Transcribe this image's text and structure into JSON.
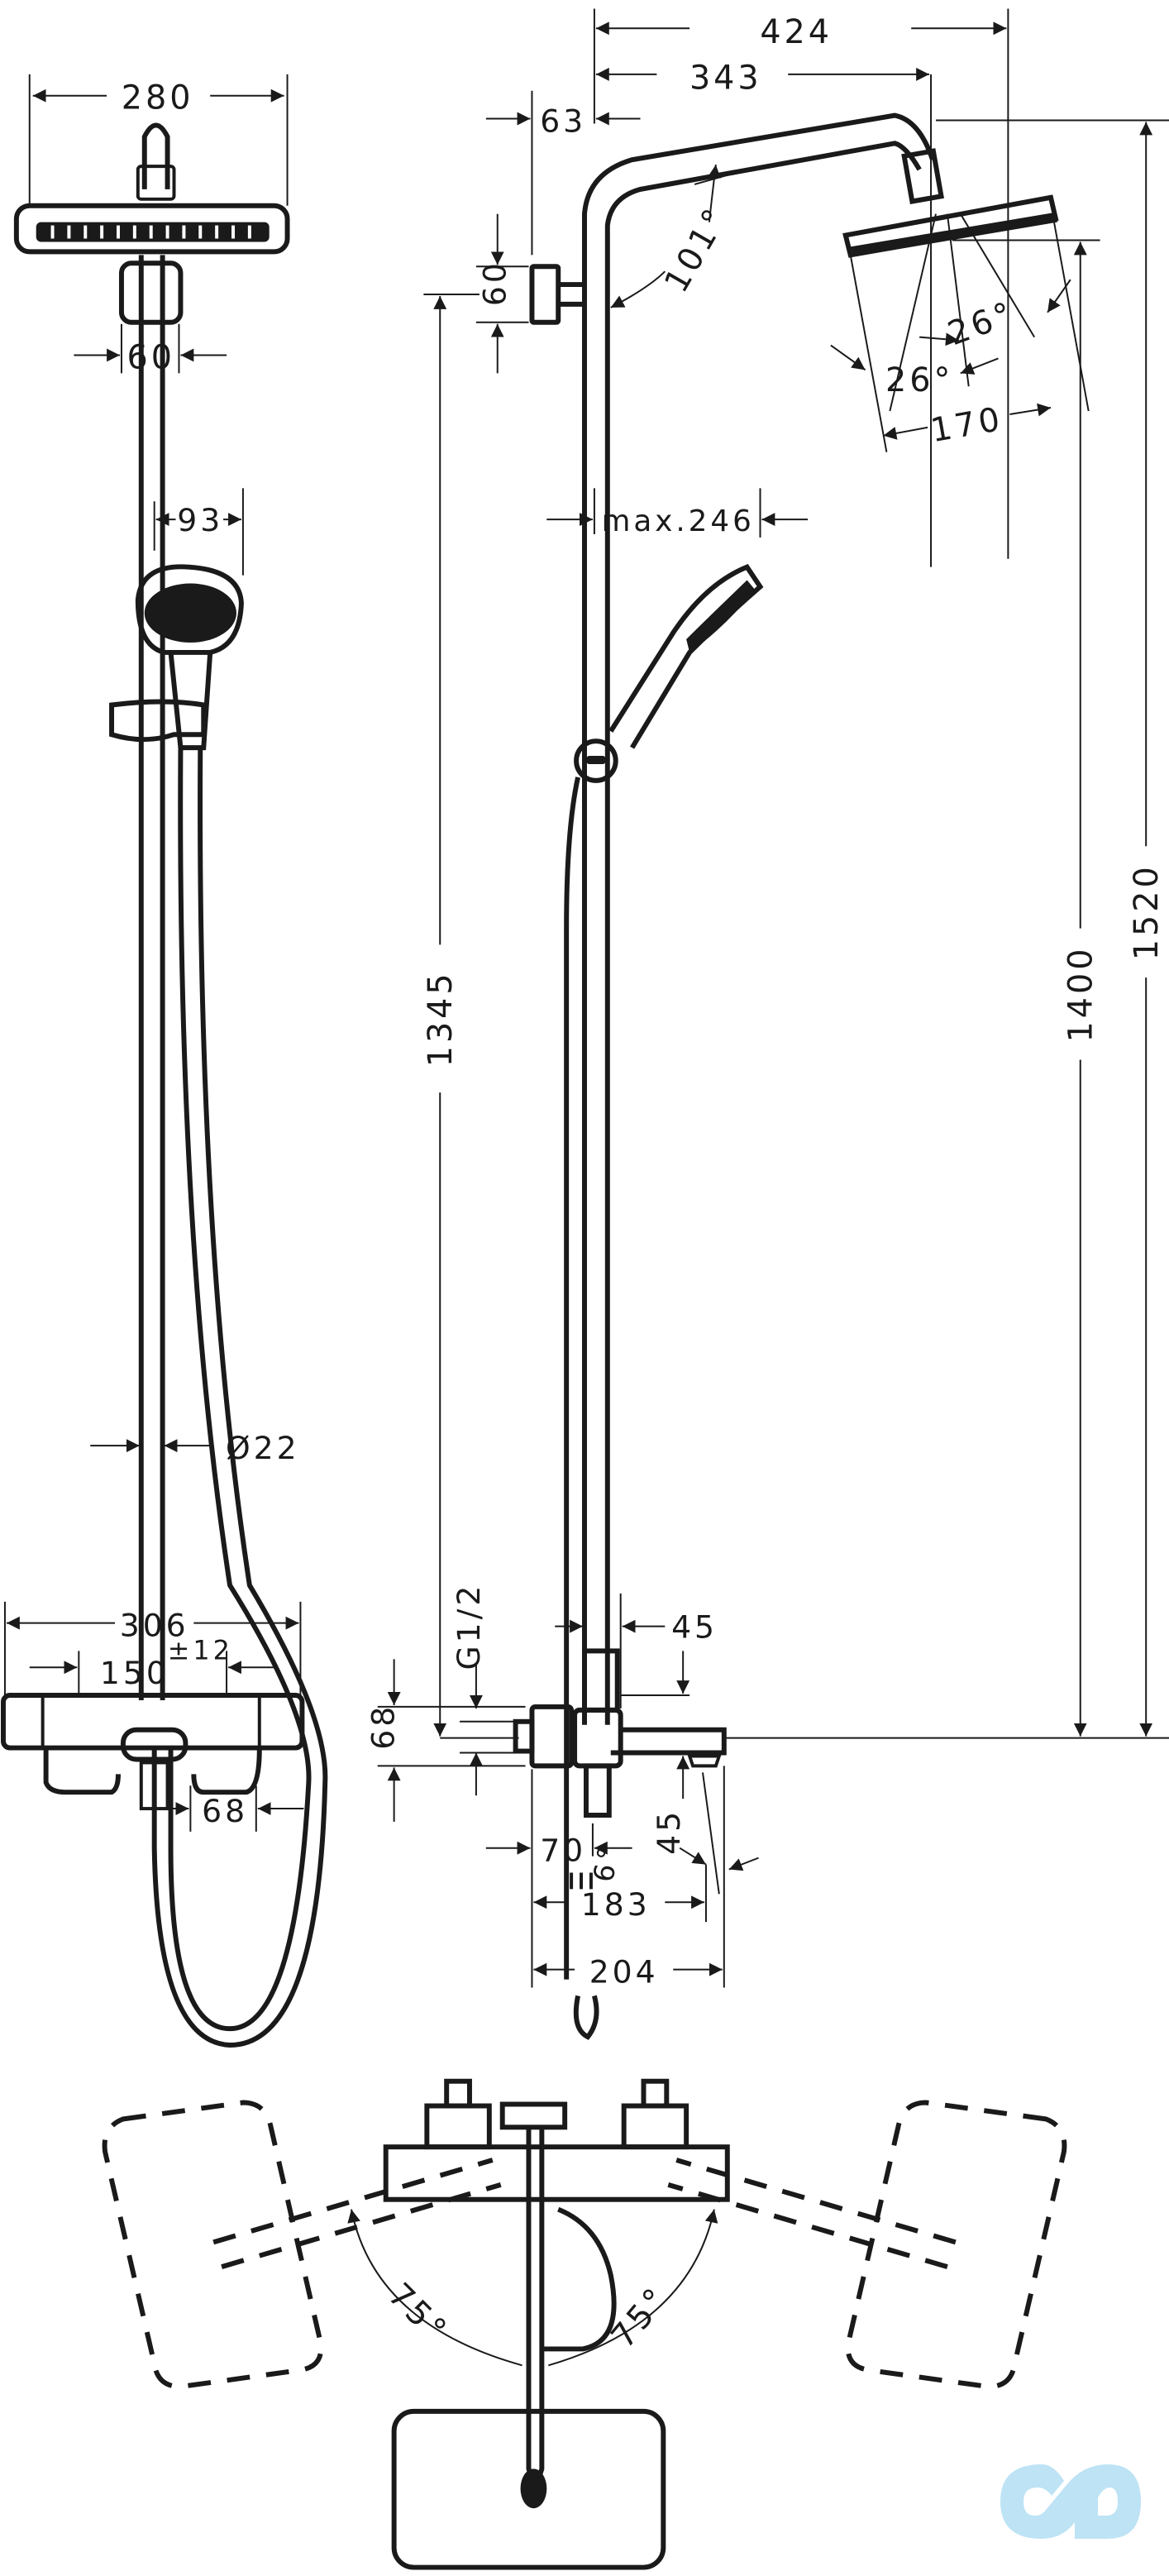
{
  "front_view": {
    "head_width": "280",
    "arm_bracket_width": "60",
    "handshower_width": "93",
    "rail_diameter": "Ø22",
    "thermostat_width": "306",
    "connection_spacing": "150",
    "connection_tolerance": "±12",
    "outlet_offset": "68"
  },
  "side_view": {
    "arm_reach_total": "424",
    "arm_reach_center": "343",
    "wall_bracket_depth": "63",
    "wall_bracket_height": "60",
    "arm_angle": "101°",
    "spray_angle_a": "26°",
    "spray_angle_b": "26°",
    "head_diameter_side": "170",
    "handshower_reach": "max.246",
    "height_bracket": "1345",
    "height_head": "1400",
    "height_total": "1520",
    "thread": "G1/2",
    "spout_offset_top": "45",
    "spout_offset_bottom": "45",
    "mixer_height": "68",
    "wall_to_axis": "70",
    "spout_angle": "6°",
    "spout_reach_inner": "183",
    "spout_reach_total": "204"
  },
  "top_view": {
    "swivel_left": "75°",
    "swivel_right": "75°"
  },
  "watermark": {
    "color": "#bde3f5"
  }
}
